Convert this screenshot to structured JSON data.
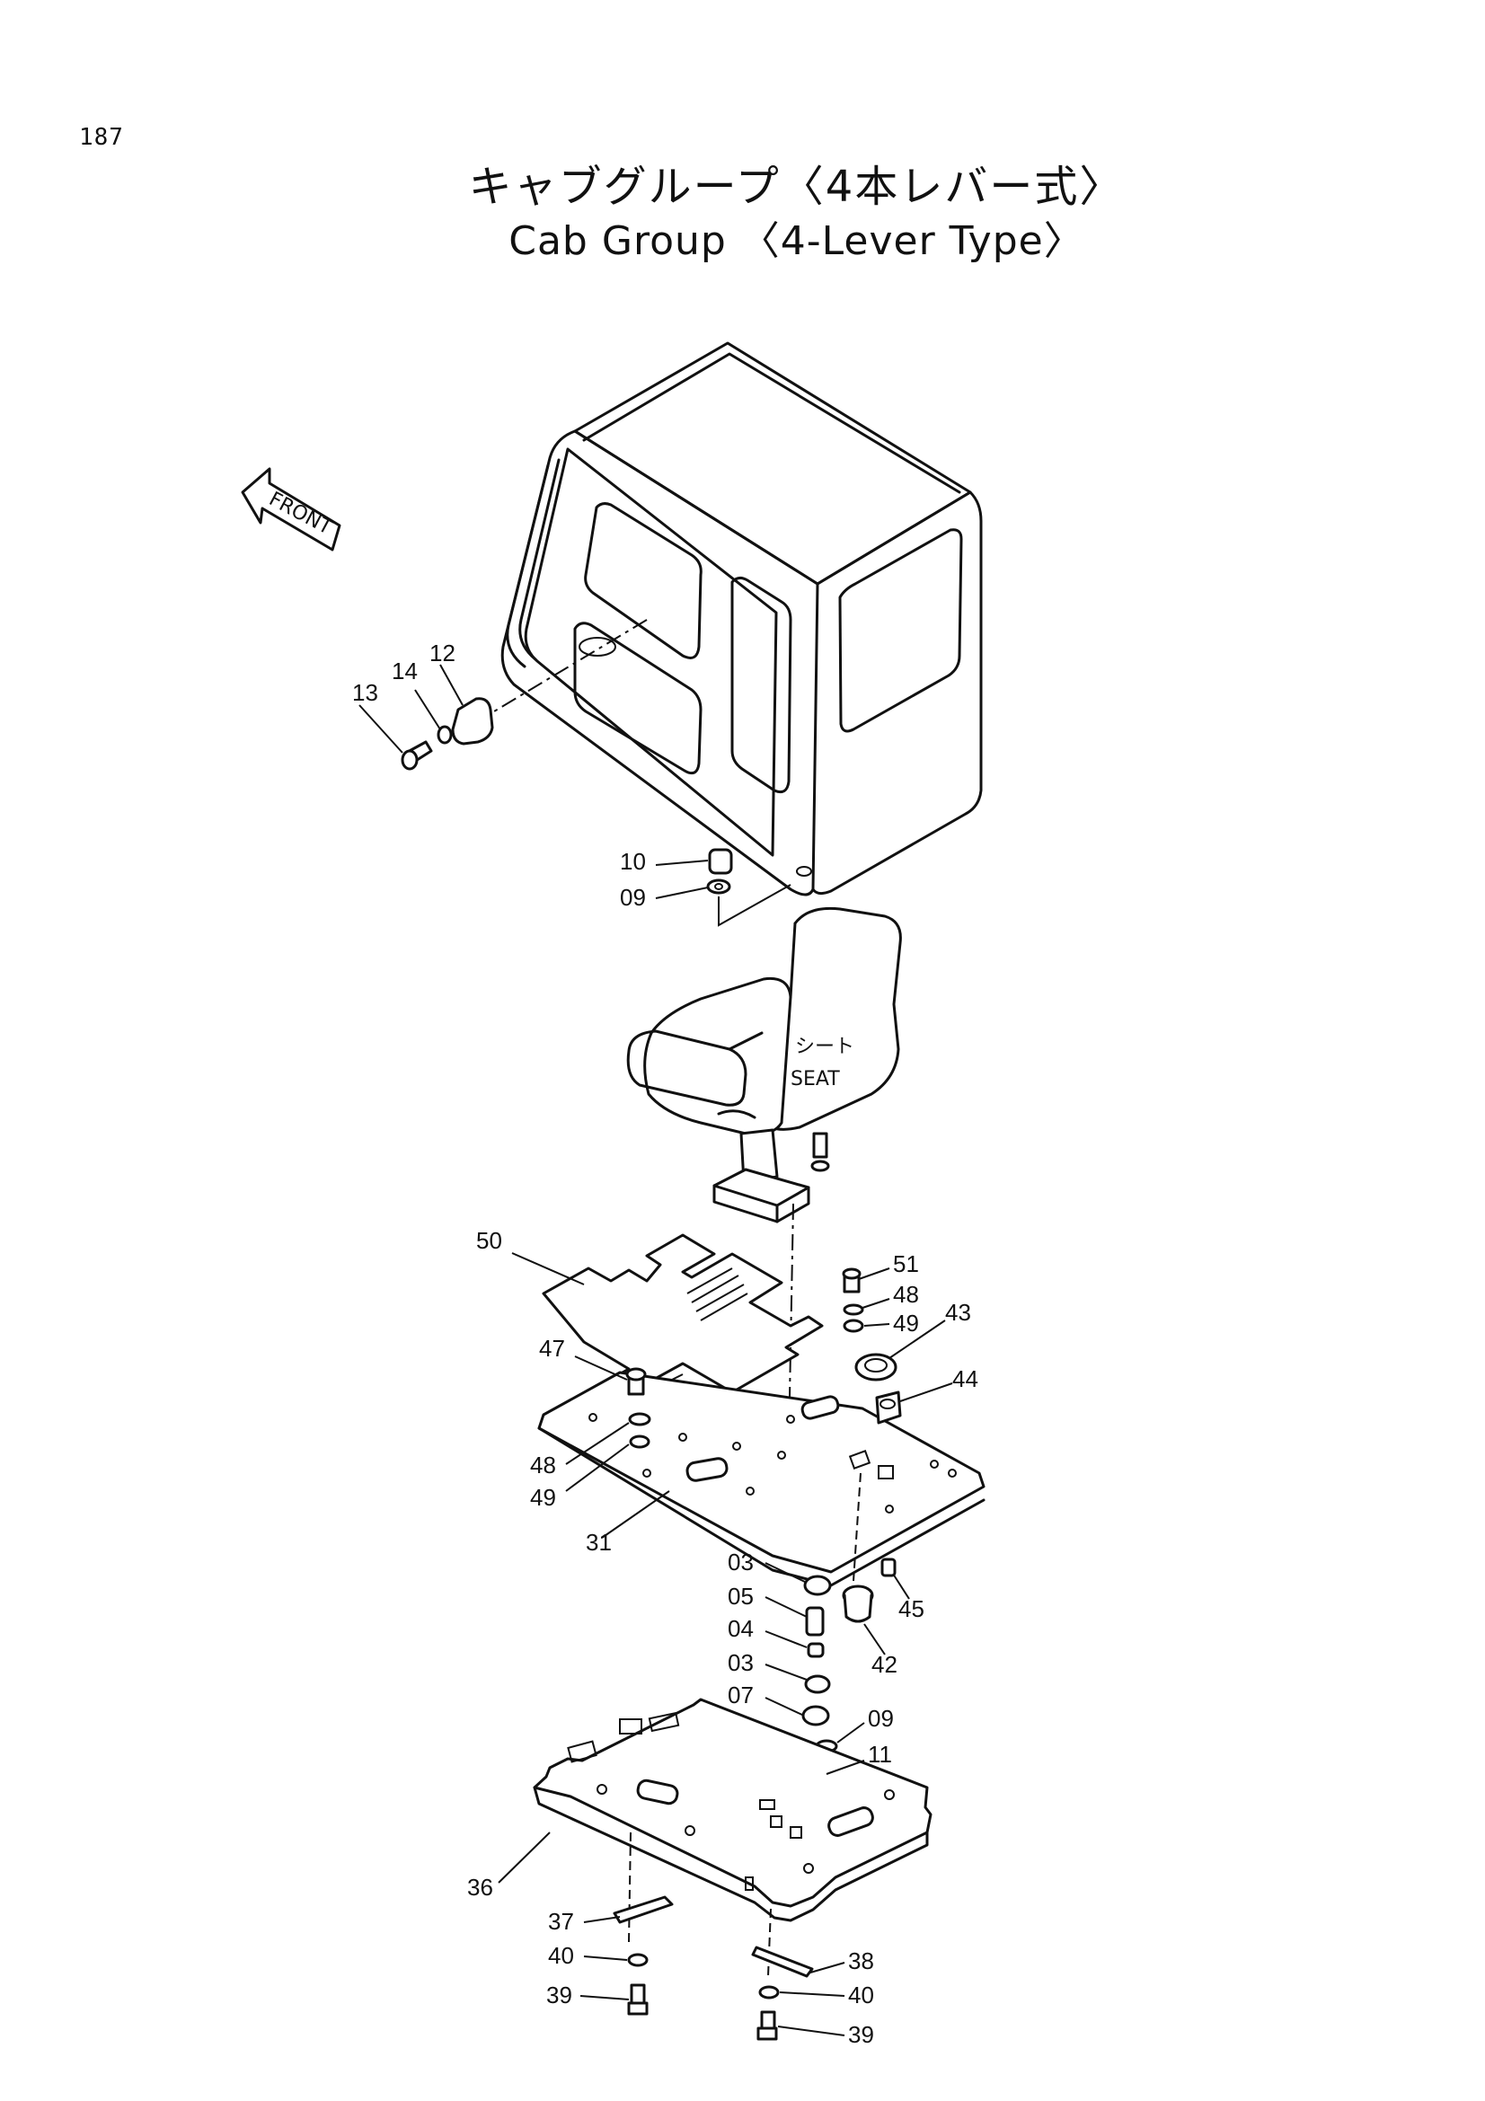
{
  "page_number": "187",
  "title_jp": "キャブグループ〈4本レバー式〉",
  "title_en": "Cab Group 〈4-Lever Type〉",
  "front_label": "FRONT",
  "seat_label_jp": "シート",
  "seat_label_en": "SEAT",
  "callouts": [
    "13",
    "14",
    "12",
    "10",
    "09",
    "50",
    "51",
    "48",
    "49",
    "43",
    "47",
    "44",
    "48",
    "49",
    "31",
    "03",
    "45",
    "05",
    "04",
    "42",
    "03",
    "07",
    "09",
    "11",
    "36",
    "37",
    "38",
    "40",
    "40",
    "39",
    "39"
  ]
}
